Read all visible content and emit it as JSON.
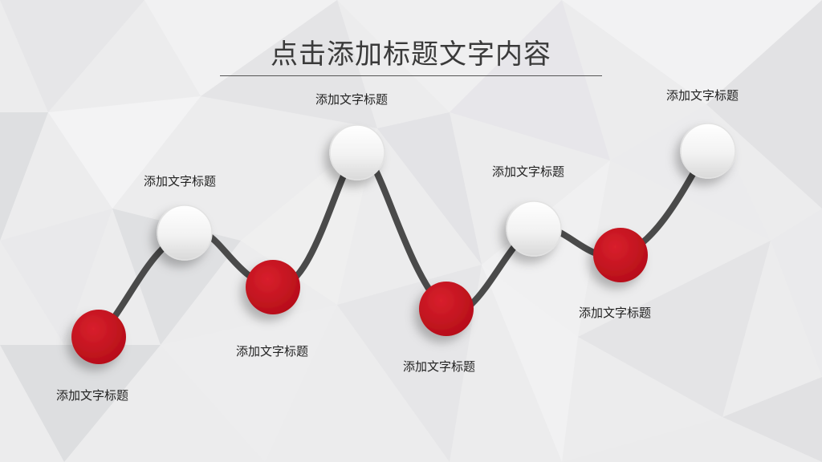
{
  "title": "点击添加标题文字内容",
  "colors": {
    "accent": "#c8101e",
    "line": "#4a4a4a",
    "node_light": "#f4f4f4"
  },
  "milestones": [
    {
      "label": "添加文字标题",
      "type": "red"
    },
    {
      "label": "添加文字标题",
      "type": "white"
    },
    {
      "label": "添加文字标题",
      "type": "red"
    },
    {
      "label": "添加文字标题",
      "type": "white"
    },
    {
      "label": "添加文字标题",
      "type": "red"
    },
    {
      "label": "添加文字标题",
      "type": "white"
    },
    {
      "label": "添加文字标题",
      "type": "red"
    },
    {
      "label": "添加文字标题",
      "type": "white"
    }
  ]
}
